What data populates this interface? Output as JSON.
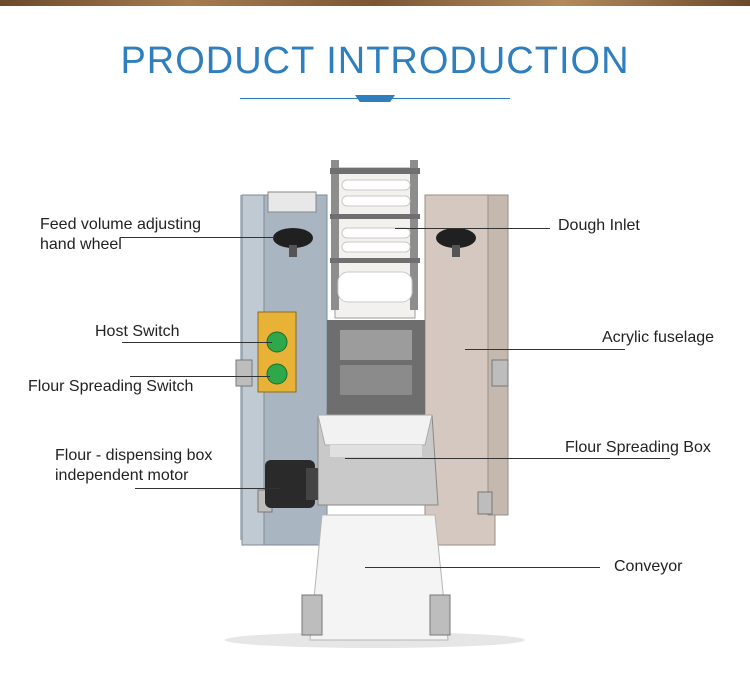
{
  "header": {
    "title": "PRODUCT INTRODUCTION"
  },
  "callouts": {
    "feed_volume_line1": "Feed volume adjusting",
    "feed_volume_line2": "hand wheel",
    "host_switch": "Host Switch",
    "flour_spreading_switch": "Flour Spreading Switch",
    "flour_box_motor_line1": "Flour - dispensing box",
    "flour_box_motor_line2": "independent motor",
    "dough_inlet": "Dough Inlet",
    "acrylic_fuselage": "Acrylic fuselage",
    "flour_spreading_box": "Flour Spreading Box",
    "conveyor": "Conveyor"
  },
  "colors": {
    "title": "#2f7fbf",
    "body_left": "#a9b6c2",
    "body_right": "#d4c8c0",
    "switch_green": "#2fa84a"
  }
}
